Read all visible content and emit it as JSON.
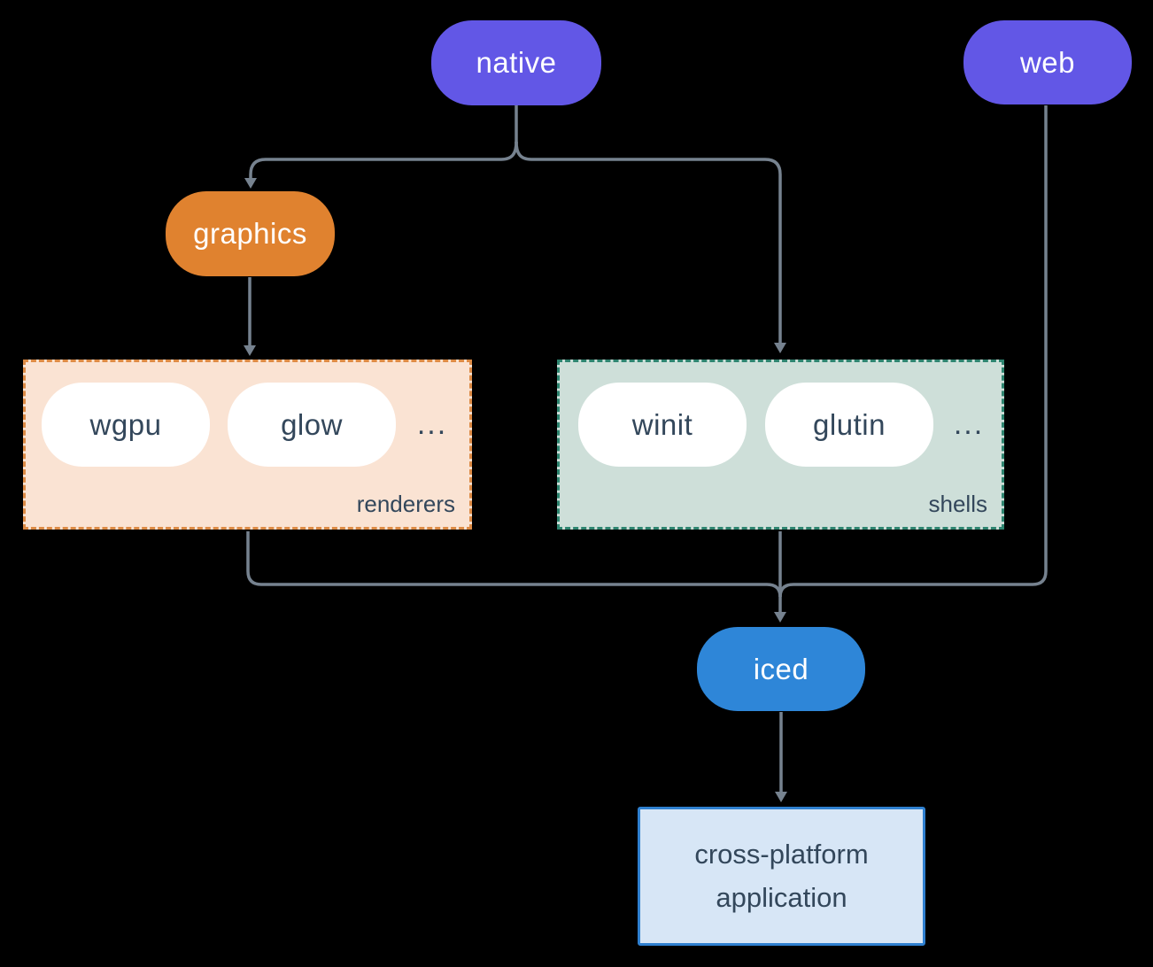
{
  "diagram": {
    "nodes": {
      "native": {
        "label": "native",
        "color": "#6257E6"
      },
      "web": {
        "label": "web",
        "color": "#6257E6"
      },
      "graphics": {
        "label": "graphics",
        "color": "#E0822F"
      },
      "wgpu": {
        "label": "wgpu"
      },
      "glow": {
        "label": "glow"
      },
      "winit": {
        "label": "winit"
      },
      "glutin": {
        "label": "glutin"
      },
      "iced": {
        "label": "iced",
        "color": "#2E86D8"
      },
      "app": {
        "label_line1": "cross-platform",
        "label_line2": "application"
      }
    },
    "groups": {
      "renderers": {
        "label": "renderers",
        "ellipsis": "...",
        "members": [
          "wgpu",
          "glow"
        ]
      },
      "shells": {
        "label": "shells",
        "ellipsis": "...",
        "members": [
          "winit",
          "glutin"
        ]
      }
    },
    "edges": [
      {
        "from": "native",
        "to": "graphics"
      },
      {
        "from": "native",
        "to": "shells"
      },
      {
        "from": "graphics",
        "to": "renderers"
      },
      {
        "from": "renderers",
        "to": "iced"
      },
      {
        "from": "shells",
        "to": "iced"
      },
      {
        "from": "web",
        "to": "iced"
      },
      {
        "from": "iced",
        "to": "app"
      }
    ],
    "colors": {
      "background": "#000000",
      "purple": "#6257E6",
      "orange": "#E0822F",
      "blue": "#2E86D8",
      "connector": "#76828F",
      "dark_text": "#33475B",
      "white_text": "#FFFFFF",
      "renderers_fill": "#FAE3D3",
      "renderers_border": "#DD8B45",
      "shells_fill": "#CEDFD9",
      "shells_border": "#2E8570",
      "app_fill": "#D7E6F6",
      "app_border": "#2F80D0",
      "pill_fill": "#FFFFFF"
    }
  }
}
